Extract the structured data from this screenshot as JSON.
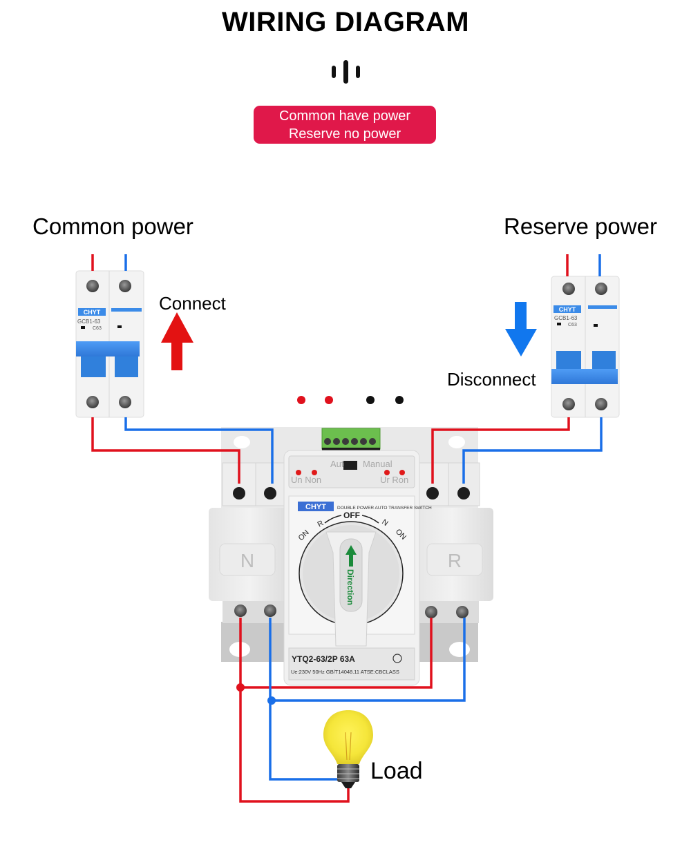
{
  "header": {
    "title": "WIRING DIAGRAM",
    "status_lines": [
      "Common have power",
      "Reserve no power"
    ]
  },
  "colors": {
    "live_wire": "#e0111d",
    "neutral_wire": "#1a6fe8",
    "badge": "#e0184a",
    "breaker_handle": "#3d8ef0",
    "connect_arrow": "#e31212",
    "disconnect_arrow": "#1177ee",
    "direction_arrow": "#1a8a3a"
  },
  "sources": {
    "common": {
      "label": "Common power",
      "action": "Connect",
      "action_icon": "arrow-up-icon"
    },
    "reserve": {
      "label": "Reserve power",
      "action": "Disconnect",
      "action_icon": "arrow-down-icon"
    }
  },
  "breaker": {
    "brand": "CHYT",
    "model": "GCB1-63",
    "rating": "C63"
  },
  "ats": {
    "brand": "CHYT",
    "product": "DOUBLE POWER AUTO TRANSFER SWITCH",
    "mode_auto": "Auto",
    "mode_manual": "Manual",
    "indicators_left": "Un Non",
    "indicators_right": "Ur Ron",
    "dial_off": "OFF",
    "dial_r": "R",
    "dial_n": "N",
    "dial_on": "ON",
    "handle_text": "Direction",
    "side_left": "N",
    "side_right": "R",
    "model": "YTQ2-63/2P 63A",
    "spec": "Ue:230V 50Hz GB/T14048.11 ATSE:CBCLASS"
  },
  "load": {
    "label": "Load",
    "icon": "light-bulb-icon"
  }
}
